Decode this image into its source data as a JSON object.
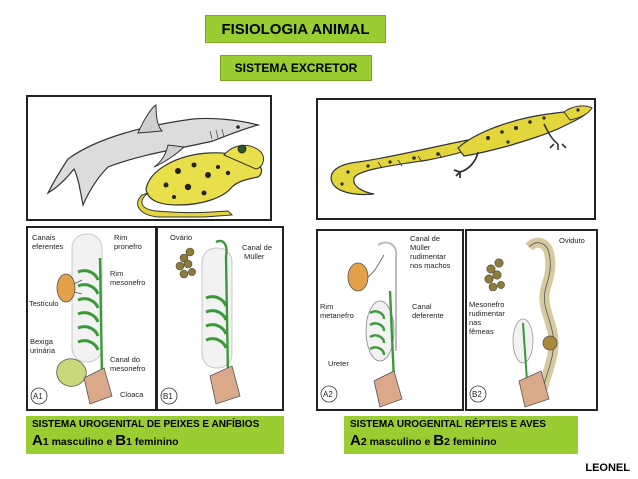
{
  "header": {
    "title": "FISIOLOGIA ANIMAL",
    "subtitle": "SISTEMA EXCRETOR"
  },
  "left_diagram_A1": {
    "labels": {
      "canais": "Canais",
      "eferentes": "eferentes",
      "rim": "Rim",
      "pronefro": "pronefro",
      "rim2": "Rim",
      "mesonefro": "mesonefro",
      "testiculo": "Testículo",
      "bexiga": "Bexiga",
      "urinaria": "urinária",
      "canal_do": "Canal do",
      "mesonefro2": "mesonefro",
      "cloaca": "Cloaca",
      "corner": "A1"
    }
  },
  "left_diagram_B1": {
    "labels": {
      "ovario": "Ovário",
      "canal_de": "Canal de",
      "muller": "Müller",
      "corner": "B1"
    }
  },
  "right_diagram_A2": {
    "labels": {
      "canal_de": "Canal de",
      "muller": "Müller",
      "rudimentar": "rudimentar",
      "nos_machos": "nos machos",
      "rim": "Rim",
      "metanefro": "metanefro",
      "canal": "Canal",
      "deferente": "deferente",
      "ureter": "Ureter",
      "corner": "A2"
    }
  },
  "right_diagram_B2": {
    "labels": {
      "oviduto": "Oviduto",
      "mesonefro": "Mesonefro",
      "rudimentar": "rudimentar",
      "nas": "nas",
      "femeas": "fêmeas",
      "corner": "B2"
    }
  },
  "captions": {
    "left": {
      "line1": "SISTEMA UROGENITAL DE PEIXES E ANFÍBIOS",
      "a_letter": "A",
      "a_text": "1 masculino e ",
      "b_letter": "B",
      "b_text": "1 feminino"
    },
    "right": {
      "line1": "SISTEMA UROGENITAL RÉPTEIS E AVES",
      "a_letter": "A",
      "a_text": "2 masculino e ",
      "b_letter": "B",
      "b_text": "2 feminino"
    }
  },
  "author": "LEONEL",
  "colors": {
    "accent_green": "#9acd32",
    "organ_green": "#3a9a3a",
    "frog_yellow": "#e8df4a",
    "lizard_yellow": "#e3d63c",
    "testis_orange": "#e3a24a",
    "cloaca_tan": "#d9a98a"
  }
}
